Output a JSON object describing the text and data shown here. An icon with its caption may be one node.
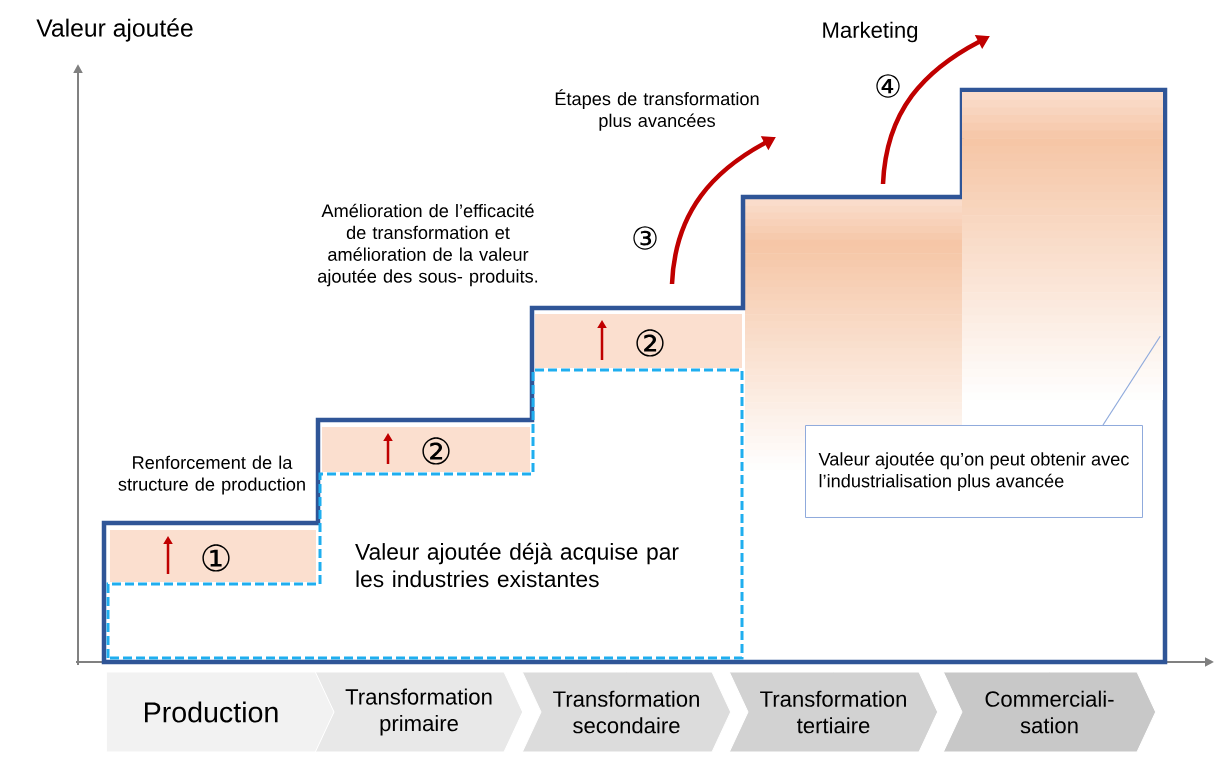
{
  "diagram": {
    "nodes": [
      {
        "text": [
          "②"
        ]
      },
      {
        "text": [
          "②"
        ]
      },
      {
        "text": [
          "Valeur ajoutée qu’on peut obtenir avec l’industrialisation plus avancée"
        ]
      },
      {
        "text": [
          "①"
        ]
      },
      {
        "text": [
          "Valeur ajoutée déjà acquise par les industries existantes"
        ]
      },
      {
        "text": [
          "Production"
        ]
      },
      {
        "text": [
          "Transformation primaire"
        ]
      },
      {
        "text": [
          "Transformation secondaire"
        ]
      },
      {
        "text": [
          "Transformation tertiaire"
        ]
      },
      {
        "text": [
          "Commerciali- sation"
        ]
      },
      {
        "text": [],
        "shape": "box"
      }
    ],
    "edges": [
      {
        "from": 2,
        "to": 10,
        "arrow": "none"
      }
    ],
    "labels": [
      "Valeur ajoutée",
      "Marketing",
      "④",
      "Étapes de transformation plus avancées",
      "③",
      "Amélioration de l’efficacité de transformation et amélioration de la valeur ajoutée des sous- produits.",
      "Renforcement de la structure de production"
    ]
  }
}
